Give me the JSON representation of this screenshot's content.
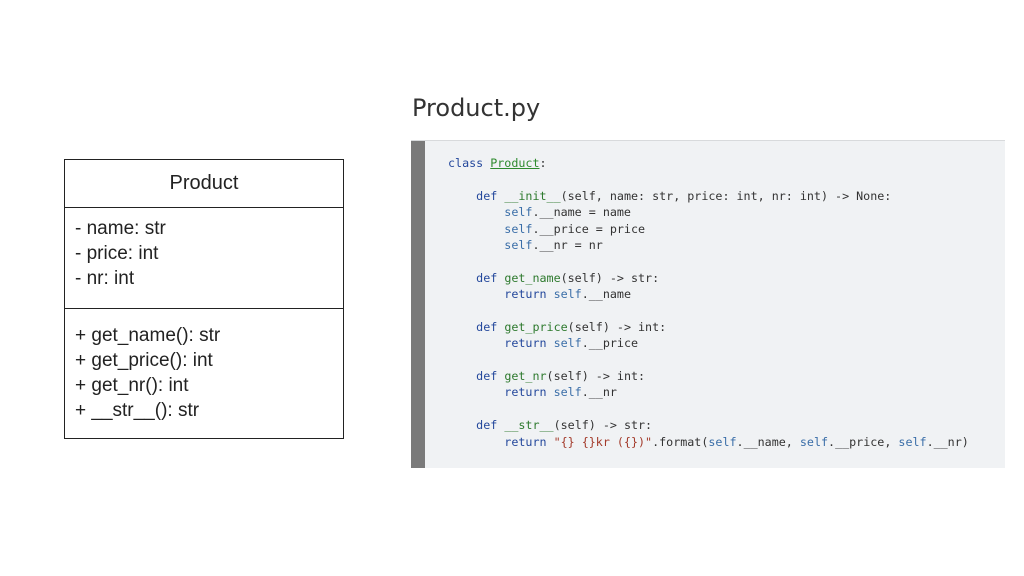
{
  "uml": {
    "class_name": "Product",
    "attributes": [
      "- name: str",
      "- price: int",
      "- nr: int"
    ],
    "methods": [
      "+ get_name(): str",
      "+ get_price(): int",
      "+ get_nr(): int",
      "+ __str__(): str"
    ]
  },
  "file": {
    "title": "Product.py"
  },
  "code": {
    "lines": [
      [
        [
          "kw",
          "class "
        ],
        [
          "cls",
          "Product"
        ],
        [
          "op",
          ":"
        ]
      ],
      [],
      [
        [
          "op",
          "    "
        ],
        [
          "kw",
          "def "
        ],
        [
          "dunder",
          "__init__"
        ],
        [
          "op",
          "(self, name: str, price: int, nr: int) -> None:"
        ]
      ],
      [
        [
          "op",
          "        "
        ],
        [
          "slf",
          "self"
        ],
        [
          "op",
          ".__name = name"
        ]
      ],
      [
        [
          "op",
          "        "
        ],
        [
          "slf",
          "self"
        ],
        [
          "op",
          ".__price = price"
        ]
      ],
      [
        [
          "op",
          "        "
        ],
        [
          "slf",
          "self"
        ],
        [
          "op",
          ".__nr = nr"
        ]
      ],
      [],
      [
        [
          "op",
          "    "
        ],
        [
          "kw",
          "def "
        ],
        [
          "fn",
          "get_name"
        ],
        [
          "op",
          "(self) -> str:"
        ]
      ],
      [
        [
          "op",
          "        "
        ],
        [
          "kw",
          "return "
        ],
        [
          "slf",
          "self"
        ],
        [
          "op",
          ".__name"
        ]
      ],
      [],
      [
        [
          "op",
          "    "
        ],
        [
          "kw",
          "def "
        ],
        [
          "fn",
          "get_price"
        ],
        [
          "op",
          "(self) -> int:"
        ]
      ],
      [
        [
          "op",
          "        "
        ],
        [
          "kw",
          "return "
        ],
        [
          "slf",
          "self"
        ],
        [
          "op",
          ".__price"
        ]
      ],
      [],
      [
        [
          "op",
          "    "
        ],
        [
          "kw",
          "def "
        ],
        [
          "fn",
          "get_nr"
        ],
        [
          "op",
          "(self) -> int:"
        ]
      ],
      [
        [
          "op",
          "        "
        ],
        [
          "kw",
          "return "
        ],
        [
          "slf",
          "self"
        ],
        [
          "op",
          ".__nr"
        ]
      ],
      [],
      [
        [
          "op",
          "    "
        ],
        [
          "kw",
          "def "
        ],
        [
          "dunder",
          "__str__"
        ],
        [
          "op",
          "(self) -> str:"
        ]
      ],
      [
        [
          "op",
          "        "
        ],
        [
          "kw",
          "return "
        ],
        [
          "str",
          "\"{} {}kr ({})\""
        ],
        [
          "op",
          ".format("
        ],
        [
          "slf",
          "self"
        ],
        [
          "op",
          ".__name, "
        ],
        [
          "slf",
          "self"
        ],
        [
          "op",
          ".__price, "
        ],
        [
          "slf",
          "self"
        ],
        [
          "op",
          ".__nr)"
        ]
      ]
    ]
  }
}
